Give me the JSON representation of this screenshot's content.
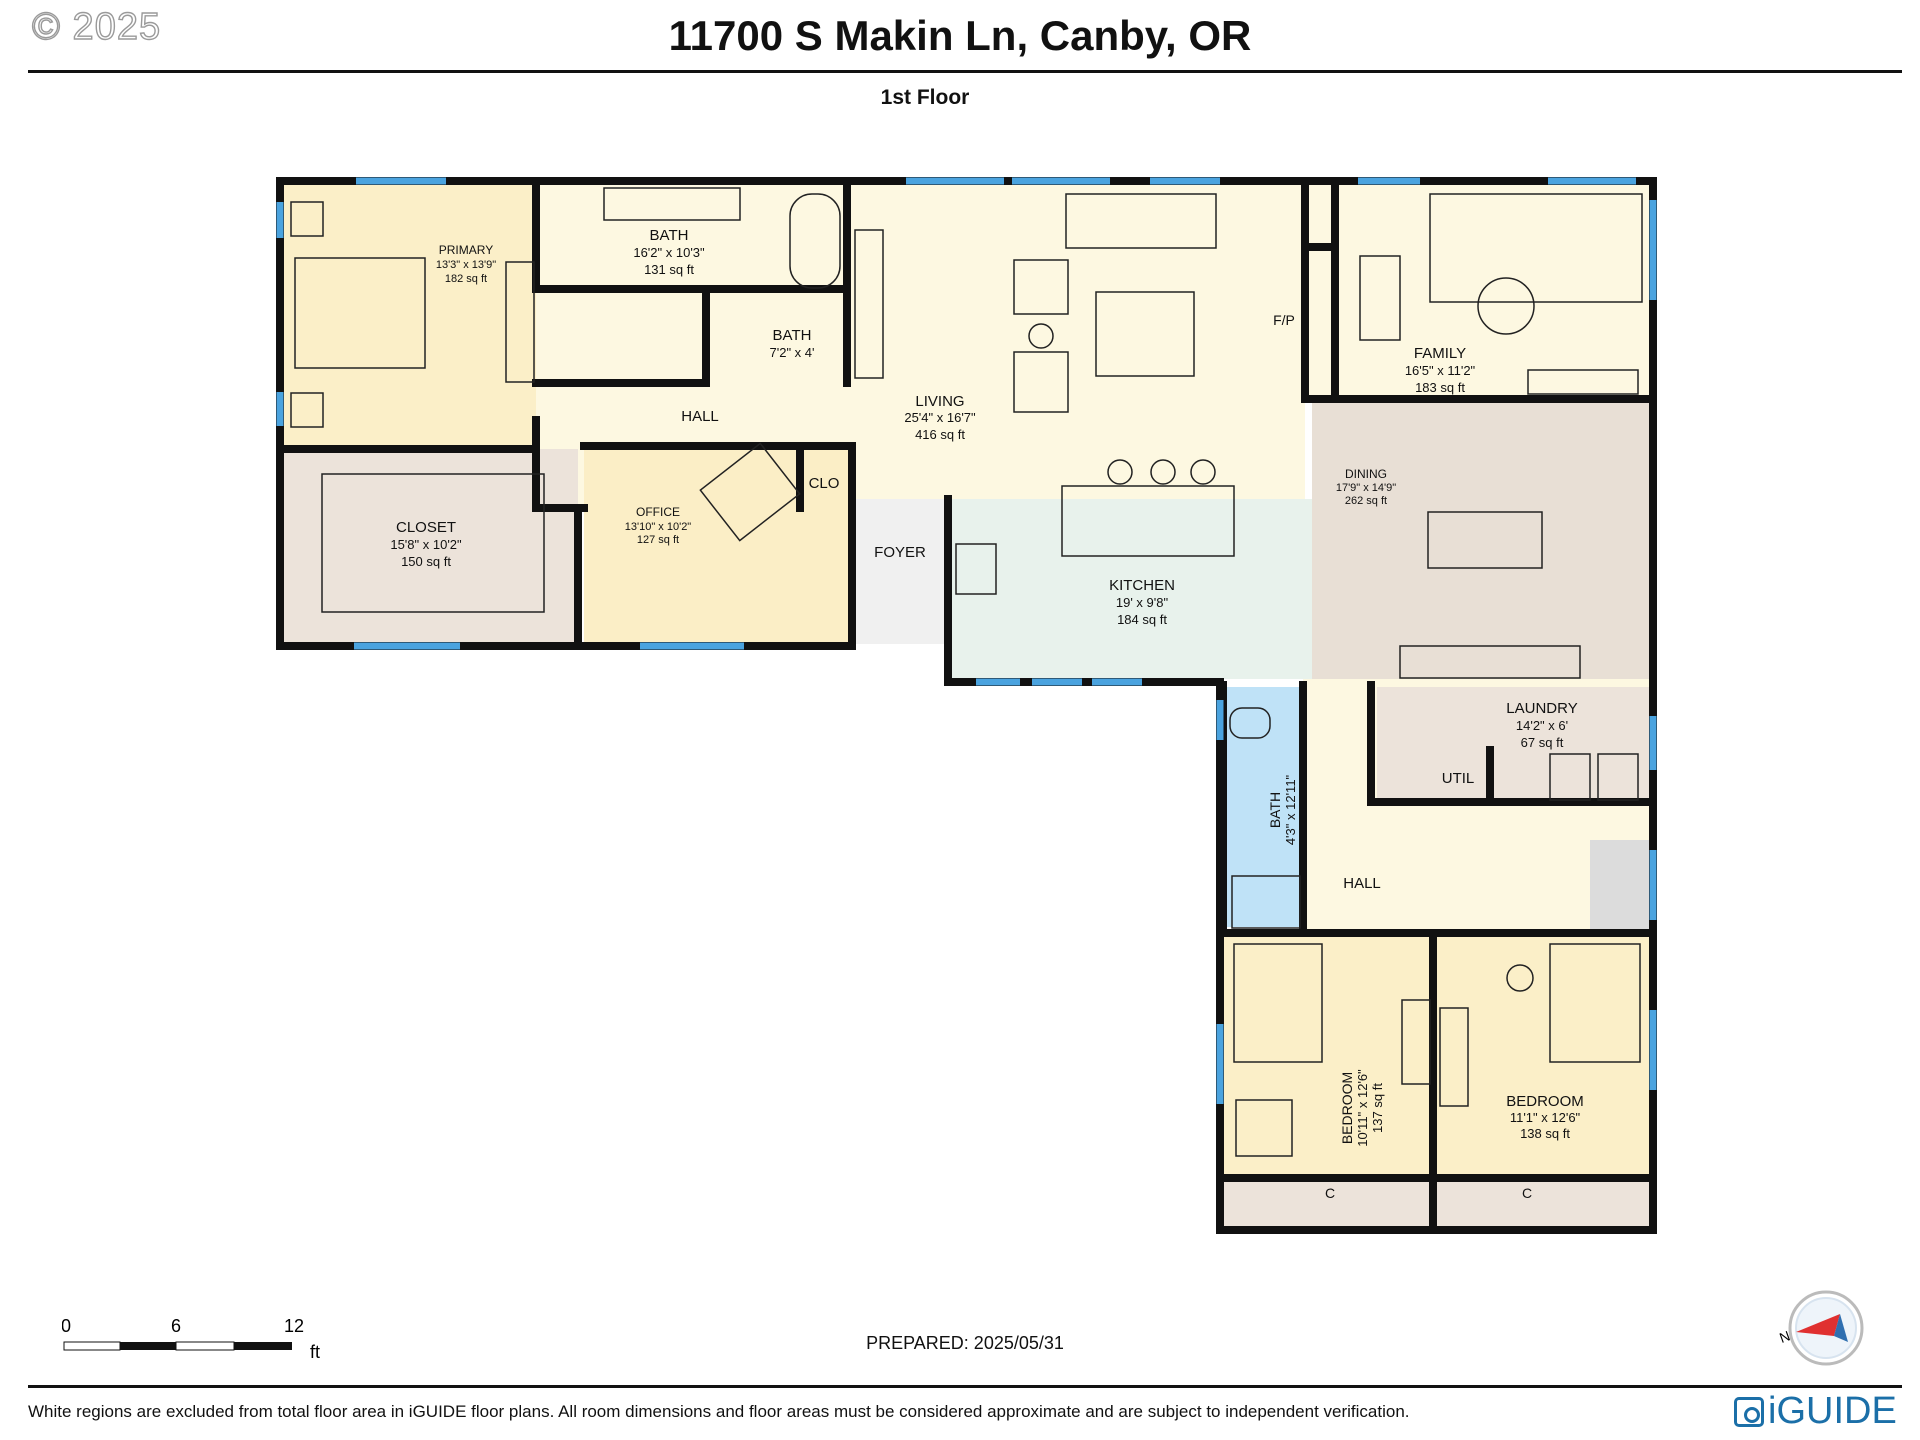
{
  "header": {
    "copyright": "© 2025",
    "title": "11700 S Makin Ln, Canby, OR",
    "floor": "1st Floor"
  },
  "rooms": {
    "primary": {
      "name": "PRIMARY",
      "dims": "13'3\" x 13'9\"",
      "area": "182 sq ft"
    },
    "bath1": {
      "name": "BATH",
      "dims": "16'2\" x 10'3\"",
      "area": "131 sq ft"
    },
    "bath2": {
      "name": "BATH",
      "dims": "7'2\" x 4'"
    },
    "living": {
      "name": "LIVING",
      "dims": "25'4\" x 16'7\"",
      "area": "416 sq ft"
    },
    "fp": {
      "name": "F/P"
    },
    "family": {
      "name": "FAMILY",
      "dims": "16'5\" x 11'2\"",
      "area": "183 sq ft"
    },
    "hall1": {
      "name": "HALL"
    },
    "closet": {
      "name": "CLOSET",
      "dims": "15'8\" x 10'2\"",
      "area": "150 sq ft"
    },
    "office": {
      "name": "OFFICE",
      "dims": "13'10\" x 10'2\"",
      "area": "127 sq ft"
    },
    "clo": {
      "name": "CLO"
    },
    "foyer": {
      "name": "FOYER"
    },
    "kitchen": {
      "name": "KITCHEN",
      "dims": "19' x 9'8\"",
      "area": "184 sq ft"
    },
    "dining": {
      "name": "DINING",
      "dims": "17'9\" x 14'9\"",
      "area": "262 sq ft"
    },
    "laundry": {
      "name": "LAUNDRY",
      "dims": "14'2\" x 6'",
      "area": "67 sq ft"
    },
    "util": {
      "name": "UTIL"
    },
    "bath3": {
      "name": "BATH",
      "dims": "4'3\" x 12'11\""
    },
    "hall2": {
      "name": "HALL"
    },
    "bedroom1": {
      "name": "BEDROOM",
      "dims": "10'11\" x 12'6\"",
      "area": "137 sq ft"
    },
    "bedroom2": {
      "name": "BEDROOM",
      "dims": "11'1\" x 12'6\"",
      "area": "138 sq ft"
    },
    "c1": {
      "name": "C"
    },
    "c2": {
      "name": "C"
    }
  },
  "scale": {
    "t0": "0",
    "t6": "6",
    "t12": "12",
    "unit": "ft"
  },
  "footer": {
    "prepared": "PREPARED: 2025/05/31",
    "note": "White regions are excluded from total floor area in iGUIDE floor plans. All room dimensions and floor areas must be considered approximate and are subject to independent verification.",
    "brand": "iGUIDE",
    "compass_letter": "N"
  },
  "colors": {
    "wall": "#111111",
    "window": "#4aa3df",
    "primary": "#fbefc8",
    "bath": "#bfe2f7",
    "living": "#fdf8e1",
    "closet": "#ece3da",
    "office": "#fbeec6",
    "kitchen": "#e8f2ec",
    "dining": "#e8dfd5",
    "bedroom": "#fbefc8"
  }
}
